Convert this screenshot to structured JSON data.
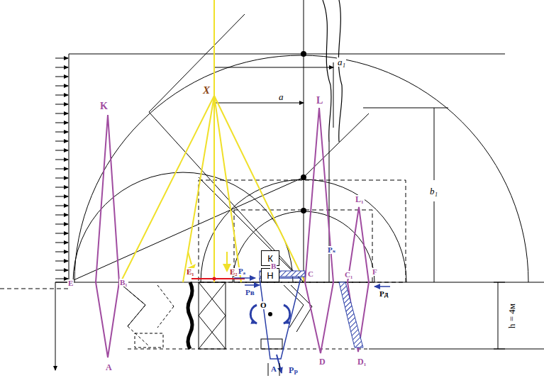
{
  "diagram": {
    "nodes": [
      {
        "text": [
          "К"
        ]
      },
      {
        "text": [
          "Н"
        ]
      }
    ],
    "labels": [
      "X",
      "a₁",
      "a",
      "b₁",
      "K",
      "L",
      "L₁",
      "E",
      "B₁",
      "E₁",
      "E₂",
      "B",
      "C",
      "C₁",
      "F",
      "A",
      "D",
      "D₁",
      "A",
      "O",
      "Pₚ",
      "Pₐ",
      "Pв",
      "Pₛ",
      "Pд",
      "h = 4м"
    ]
  }
}
